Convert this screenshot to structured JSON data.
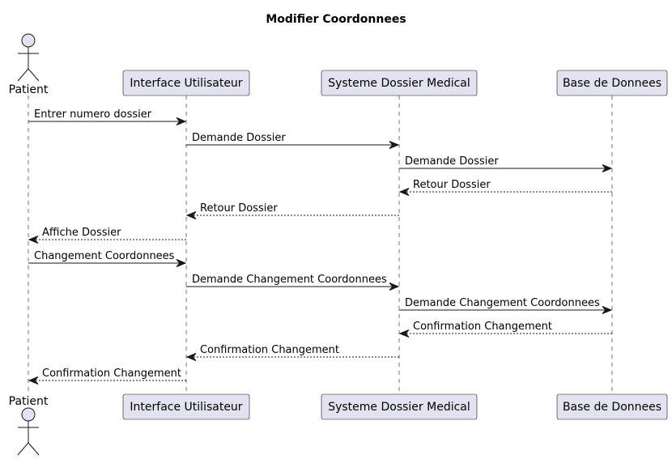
{
  "title": "Modifier Coordonnees",
  "colors": {
    "box_fill": "#E2E2F0",
    "box_stroke": "#181818",
    "lifeline": "#181818"
  },
  "participants": [
    {
      "id": "patient",
      "label": "Patient",
      "kind": "actor"
    },
    {
      "id": "ui",
      "label": "Interface Utilisateur",
      "kind": "participant"
    },
    {
      "id": "sdm",
      "label": "Systeme Dossier Medical",
      "kind": "participant"
    },
    {
      "id": "db",
      "label": "Base de Donnees",
      "kind": "participant"
    }
  ],
  "messages": [
    {
      "from": "patient",
      "to": "ui",
      "label": "Entrer numero dossier",
      "style": "solid"
    },
    {
      "from": "ui",
      "to": "sdm",
      "label": "Demande Dossier",
      "style": "solid"
    },
    {
      "from": "sdm",
      "to": "db",
      "label": "Demande Dossier",
      "style": "solid"
    },
    {
      "from": "db",
      "to": "sdm",
      "label": "Retour Dossier",
      "style": "dashed"
    },
    {
      "from": "sdm",
      "to": "ui",
      "label": "Retour Dossier",
      "style": "dashed"
    },
    {
      "from": "ui",
      "to": "patient",
      "label": "Affiche Dossier",
      "style": "dashed"
    },
    {
      "from": "patient",
      "to": "ui",
      "label": "Changement Coordonnees",
      "style": "solid"
    },
    {
      "from": "ui",
      "to": "sdm",
      "label": "Demande Changement Coordonnees",
      "style": "solid"
    },
    {
      "from": "sdm",
      "to": "db",
      "label": "Demande Changement Coordonnees",
      "style": "solid"
    },
    {
      "from": "db",
      "to": "sdm",
      "label": "Confirmation Changement",
      "style": "dashed"
    },
    {
      "from": "sdm",
      "to": "ui",
      "label": "Confirmation Changement",
      "style": "dashed"
    },
    {
      "from": "ui",
      "to": "patient",
      "label": "Confirmation Changement",
      "style": "dashed"
    }
  ]
}
